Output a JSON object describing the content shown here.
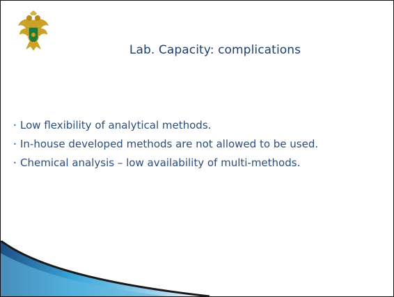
{
  "slide": {
    "title": "Lab. Capacity: complications",
    "bullets": [
      "Low flexibility of analytical methods.",
      "In-house developed methods are not allowed to be used.",
      "Chemical analysis – low availability of multi-methods."
    ],
    "emblem": {
      "icon": "coat-of-arms-icon",
      "colors": [
        "#c9a227",
        "#1d7a3a"
      ]
    },
    "accent_colors": {
      "title": "#1f3d6b",
      "text": "#2c4d7a",
      "bullet": "#2f6fb0",
      "swoosh": "#3aa7d8"
    }
  }
}
